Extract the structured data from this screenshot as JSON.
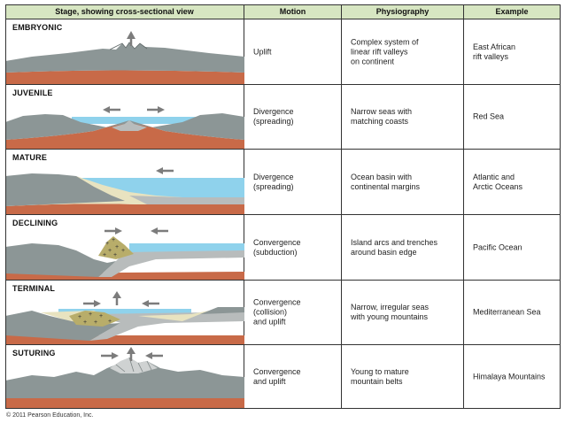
{
  "headers": {
    "stage": "Stage, showing cross-sectional view",
    "motion": "Motion",
    "physiography": "Physiography",
    "example": "Example"
  },
  "rows": [
    {
      "stage": "EMBRYONIC",
      "motion": "Uplift",
      "physiography": "Complex system of\nlinear rift valleys\non continent",
      "example": "East African\nrift valleys"
    },
    {
      "stage": "JUVENILE",
      "motion": "Divergence\n(spreading)",
      "physiography": "Narrow seas with\nmatching coasts",
      "example": "Red Sea"
    },
    {
      "stage": "MATURE",
      "motion": "Divergence\n(spreading)",
      "physiography": "Ocean basin with\ncontinental margins",
      "example": "Atlantic and\nArctic Oceans"
    },
    {
      "stage": "DECLINING",
      "motion": "Convergence\n(subduction)",
      "physiography": "Island arcs and trenches\naround basin edge",
      "example": "Pacific Ocean"
    },
    {
      "stage": "TERMINAL",
      "motion": "Convergence\n(collision)\nand uplift",
      "physiography": "Narrow, irregular seas\nwith young mountains",
      "example": "Mediterranean Sea"
    },
    {
      "stage": "SUTURING",
      "motion": "Convergence\nand uplift",
      "physiography": "Young to mature\nmountain belts",
      "example": "Himalaya Mountains"
    }
  ],
  "copyright": "© 2011 Pearson Education, Inc.",
  "colors": {
    "header_bg": "#d7e6c2",
    "crust": "#8c9696",
    "mantle": "#c86a48",
    "water": "#8fd2ec",
    "sediment": "#e8e3c0",
    "oceanic_crust": "#b8bcbc",
    "arrow": "#7c7c7c",
    "volcanic": "#b8ad6a"
  }
}
